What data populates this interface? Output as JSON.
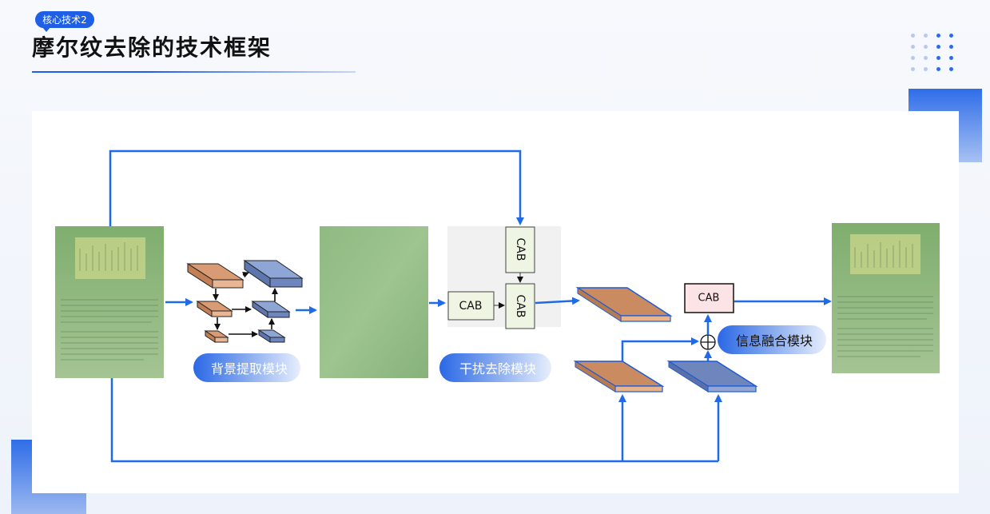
{
  "header": {
    "badge": "核心技术2",
    "title": "摩尔纹去除的技术框架"
  },
  "diagram": {
    "modules": {
      "background_extraction": "背景提取模块",
      "interference_removal": "干扰去除模块",
      "information_fusion": "信息融合模块"
    },
    "block_label": "CAB"
  },
  "colors": {
    "accent": "#1e5fe6",
    "arrow": "#1f6ae6",
    "orange_block": "#c98b5f",
    "blue_block": "#6f86bd",
    "doc_green": "#8fb67a",
    "cab_fill": "#eef5e2",
    "cab_fusion_fill": "#fbe3e6"
  }
}
